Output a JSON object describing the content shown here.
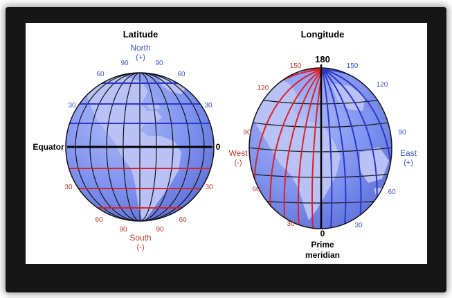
{
  "latitude_globe": {
    "title": "Latitude",
    "north_label": "North",
    "north_sign": "(+)",
    "south_label": "South",
    "south_sign": "(-)",
    "equator_label": "Equator",
    "equator_value": "0",
    "north_ticks": {
      "top_left": "90",
      "top_right": "90",
      "upper_left": "60",
      "upper_right": "60",
      "mid_left": "30",
      "mid_right": "30"
    },
    "south_ticks": {
      "mid_left": "30",
      "mid_right": "30",
      "lower_left": "60",
      "lower_right": "60",
      "bottom_left": "90",
      "bottom_right": "90"
    }
  },
  "longitude_globe": {
    "title": "Longitude",
    "top_value": "180",
    "west_label": "West",
    "west_sign": "(-)",
    "east_label": "East",
    "east_sign": "(+)",
    "prime_value": "0",
    "prime_label_line1": "Prime",
    "prime_label_line2": "meridian",
    "west_ticks": {
      "t150": "150",
      "t120": "120",
      "t90": "90",
      "t60": "60",
      "t30": "30"
    },
    "east_ticks": {
      "t150": "150",
      "t120": "120",
      "t90": "90",
      "t60": "60",
      "t30": "30"
    }
  },
  "colors": {
    "north_lines": "#2b36c8",
    "south_lines": "#e02020",
    "grid_lines": "#111111",
    "ocean": "#7f93f0",
    "land": "#b8c2f4",
    "frame": "#161616"
  }
}
